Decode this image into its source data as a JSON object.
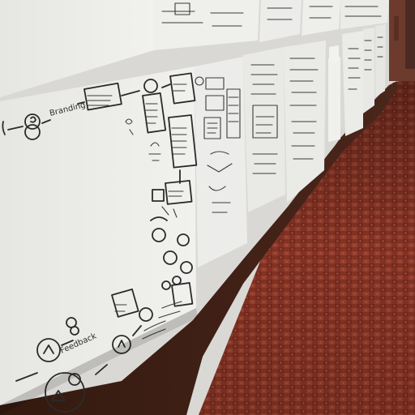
{
  "scene": {
    "description_tags": [
      "wall",
      "paper-sheets",
      "sketches",
      "carpet",
      "corridor"
    ],
    "colors": {
      "paper": "#ededeb",
      "wall_upper": "#dcdcd8",
      "wood_panel": "#3b1f17",
      "carpet": "#8a3526",
      "door": "#6d3b2e"
    }
  },
  "handwriting": {
    "word_branding": "Branding",
    "word_feedback": "Feedback"
  }
}
